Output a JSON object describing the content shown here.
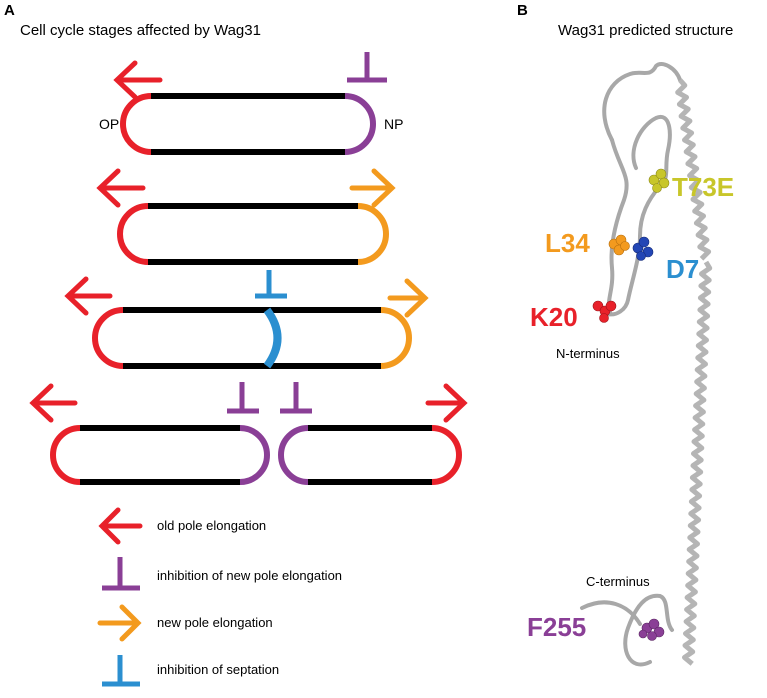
{
  "panel_a": {
    "letter": "A",
    "title": "Cell cycle stages affected by Wag31",
    "labels": {
      "old_pole": "OP",
      "new_pole": "NP"
    },
    "legend": [
      {
        "symbol": "arrow-left",
        "color": "#e8212a",
        "label": "old pole elongation"
      },
      {
        "symbol": "tee",
        "color": "#8a3f96",
        "label": "inhibition of new pole elongation"
      },
      {
        "symbol": "arrow-right",
        "color": "#f39a1e",
        "label": "new pole elongation"
      },
      {
        "symbol": "tee",
        "color": "#2b8fd0",
        "label": "inhibition of septation"
      }
    ]
  },
  "panel_b": {
    "letter": "B",
    "title": "Wag31 predicted structure",
    "residues": [
      {
        "label": "T73E",
        "color": "#c8c62a"
      },
      {
        "label": "L34",
        "color": "#f39a1e"
      },
      {
        "label": "D7",
        "color": "#2b8fd0"
      },
      {
        "label": "K20",
        "color": "#e8212a"
      },
      {
        "label": "F255",
        "color": "#8a3f96"
      }
    ],
    "n_terminus": "N-terminus",
    "c_terminus": "C-terminus"
  }
}
